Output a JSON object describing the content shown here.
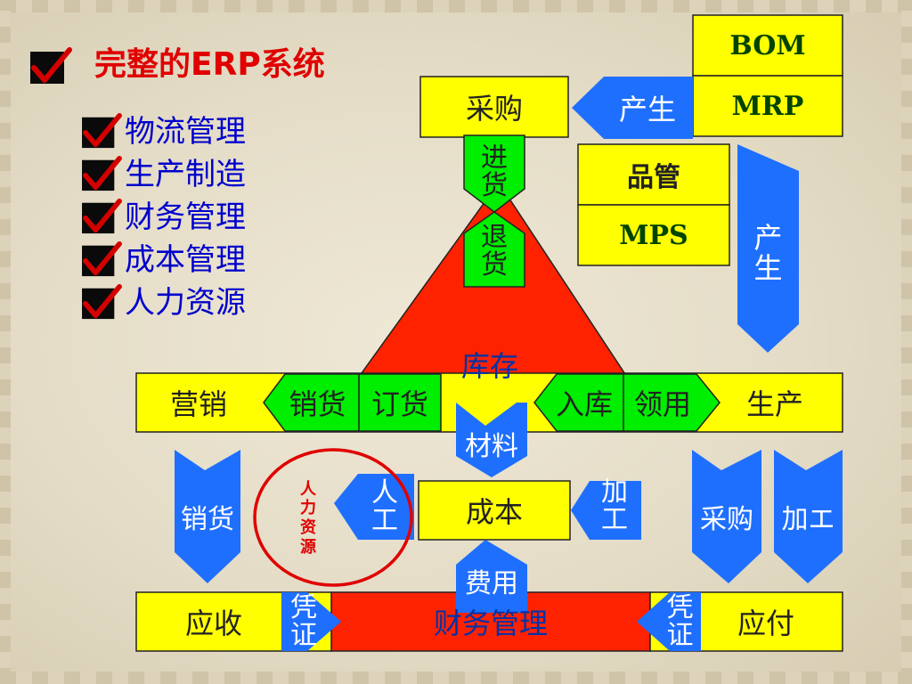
{
  "title": "完整的ERP系统",
  "modules": [
    "物流管理",
    "生产制造",
    "财务管理",
    "成本管理",
    "人力资源"
  ],
  "diagram": {
    "bom": "BOM",
    "mrp": "MRP",
    "purchase_top": "采购",
    "generate_left": "产生",
    "incoming": "进货",
    "return": "退货",
    "quality": "品管",
    "mps": "MPS",
    "generate_down": "产生",
    "inventory": "库存",
    "marketing": "营销",
    "sales": "销货",
    "order": "订货",
    "stock_in": "入库",
    "requisition": "领用",
    "production": "生产",
    "material": "材料",
    "hr_circle": "人力资源",
    "labor": "人工",
    "cost": "成本",
    "processing": "加工",
    "sales_down": "销货",
    "purchase_down": "采购",
    "processing_right": "加エ",
    "expense": "费用",
    "voucher_left": "凭证",
    "voucher_right": "凭证",
    "finance": "财务管理",
    "receivable": "应收",
    "payable": "应付"
  },
  "colors": {
    "yellow_box": "#ffff00",
    "green_box": "#00ee00",
    "blue_arrow": "#1f6fff",
    "red_triangle": "#ff2200",
    "title_red": "#e00000",
    "module_blue": "#0000cc"
  }
}
